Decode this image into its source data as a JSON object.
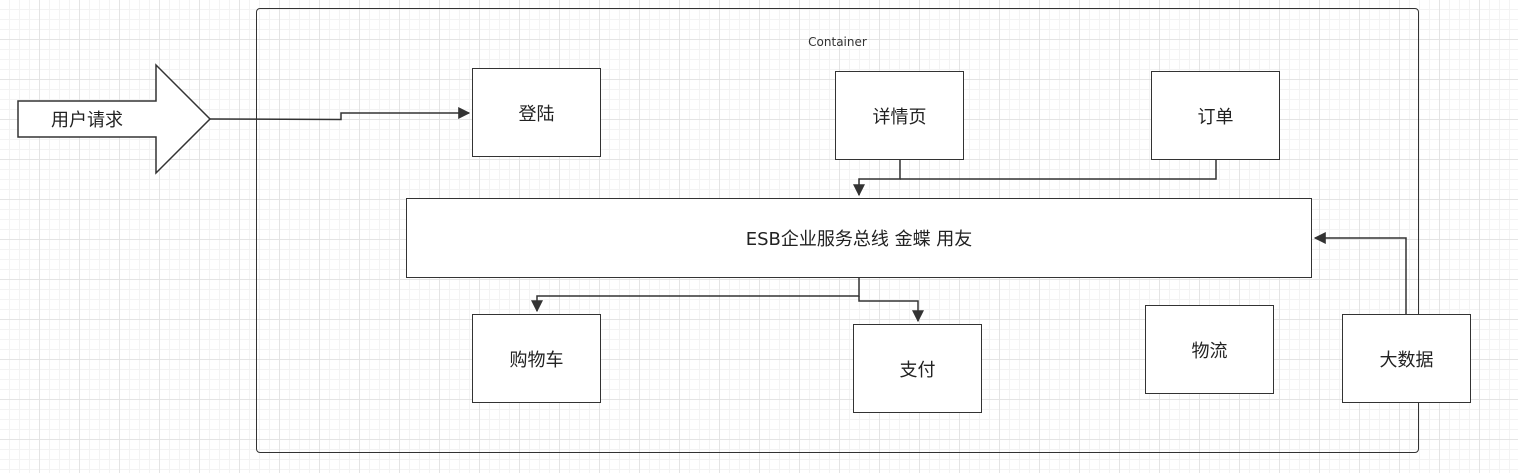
{
  "container": {
    "label": "Container"
  },
  "input_arrow": {
    "label": "用户请求"
  },
  "nodes": {
    "login": "登陆",
    "details": "详情页",
    "order": "订单",
    "esb": "ESB企业服务总线 金蝶 用友",
    "cart": "购物车",
    "pay": "支付",
    "logistics": "物流",
    "bigdata": "大数据"
  },
  "connections": [
    {
      "from": "input_arrow",
      "to": "login"
    },
    {
      "from": "details",
      "to": "esb"
    },
    {
      "from": "order",
      "to": "esb"
    },
    {
      "from": "esb",
      "to": "cart"
    },
    {
      "from": "esb",
      "to": "pay"
    },
    {
      "from": "bigdata",
      "to": "esb"
    }
  ],
  "colors": {
    "stroke": "#333333",
    "background": "#ffffff",
    "grid": "#e4e4e4"
  }
}
